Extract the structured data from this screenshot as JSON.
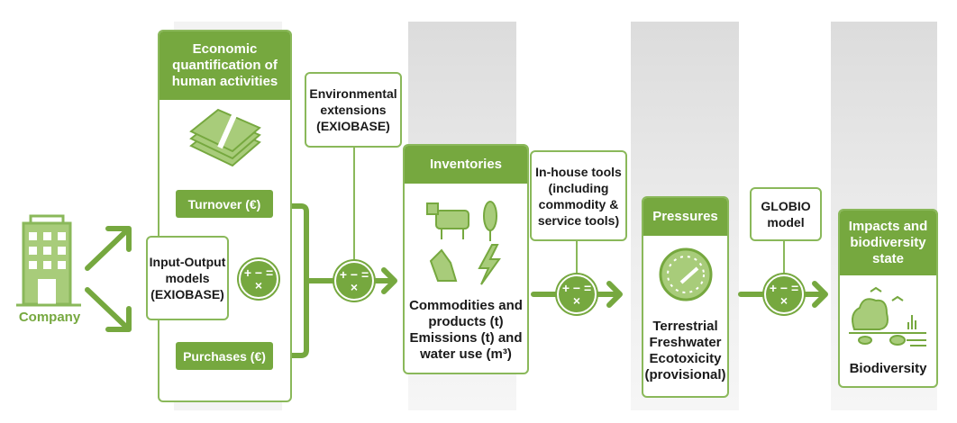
{
  "company": {
    "label": "Company"
  },
  "economic": {
    "title": "Economic quantification of human activities",
    "turnover": "Turnover (€)",
    "purchases": "Purchases (€)"
  },
  "io_models": {
    "label": "Input-Output models (EXIOBASE)"
  },
  "env_ext": {
    "label": "Environmental extensions (EXIOBASE)"
  },
  "inventories": {
    "title": "Inventories",
    "body": "Commodities and products (t) Emissions (t) and water use (m³)"
  },
  "inhouse": {
    "label": "In-house tools (including commodity & service tools)"
  },
  "pressures": {
    "title": "Pressures",
    "body": "Terrestrial Freshwater Ecotoxicity (provisional)"
  },
  "globio": {
    "label": "GLOBIO model"
  },
  "impacts": {
    "title": "Impacts and biodiversity state",
    "body": "Biodiversity"
  },
  "calc_symbol": "+ − = ×",
  "colors": {
    "green": "#76a83f",
    "light_green": "#a8cc7a",
    "gray": "#e0e0e0"
  }
}
